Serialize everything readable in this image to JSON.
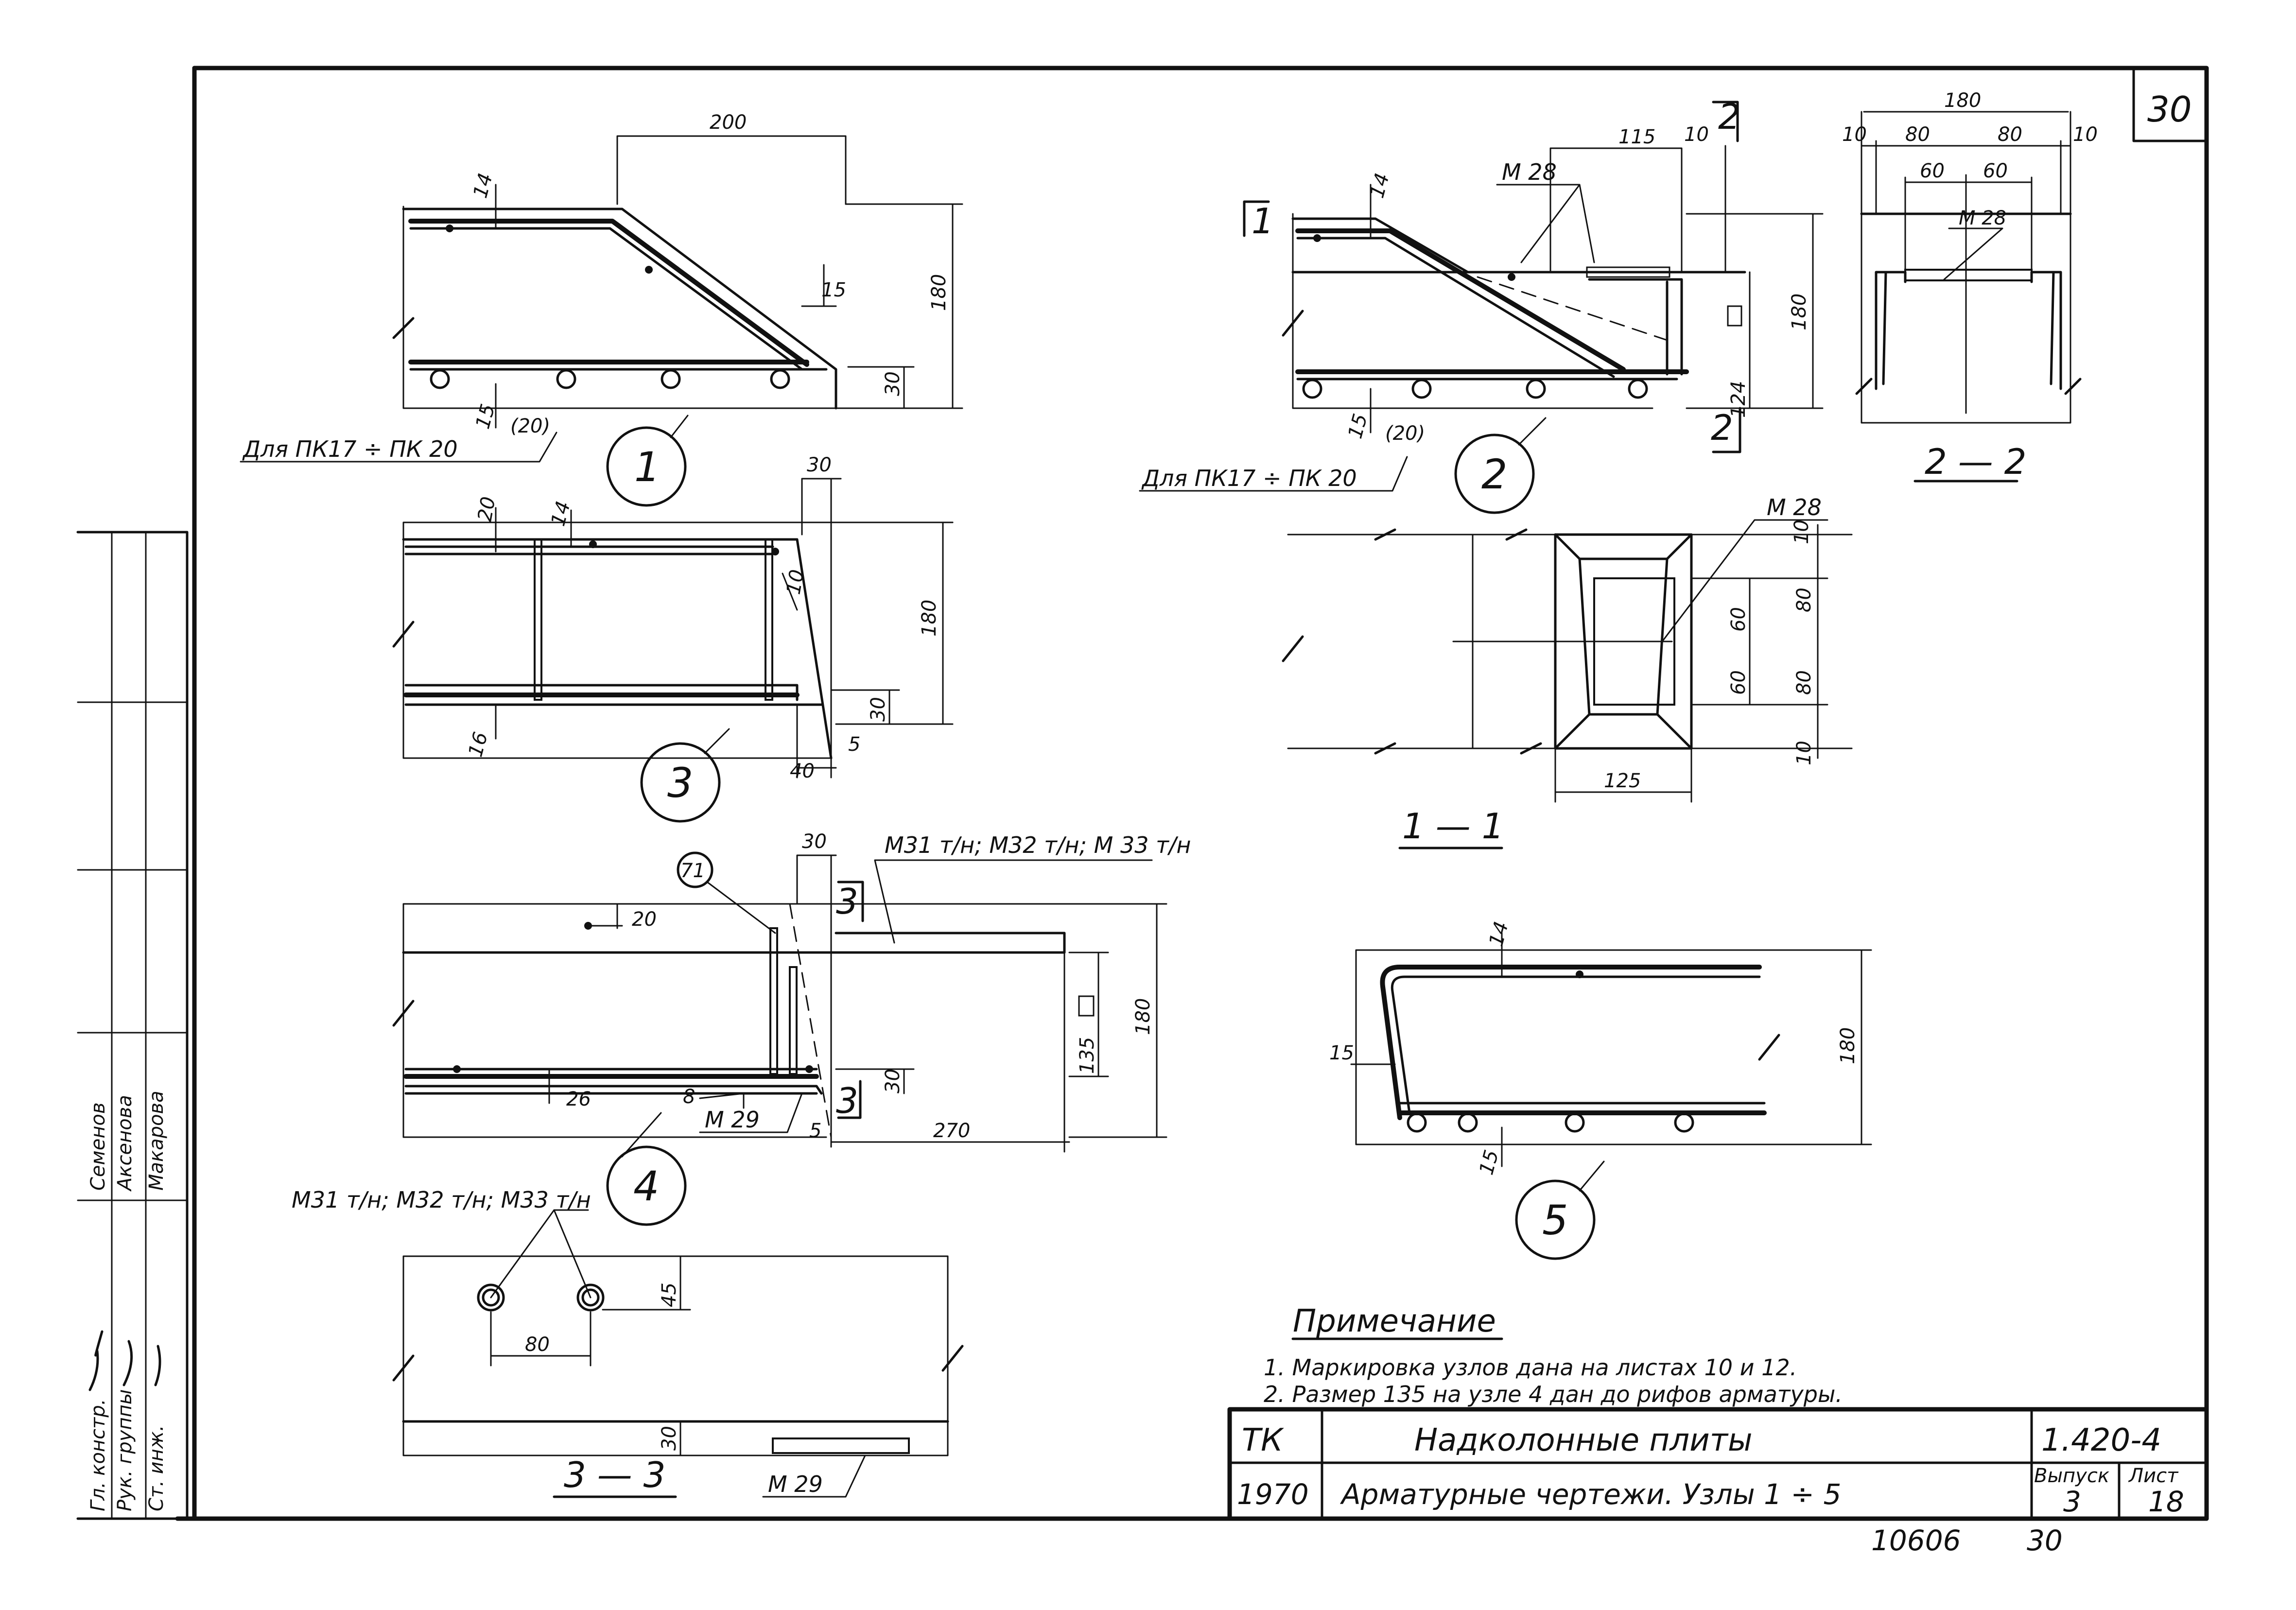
{
  "sheet_number_corner": "30",
  "node_1": {
    "number": "1",
    "dims": {
      "top": "200",
      "cover": "14",
      "height": "180",
      "d15_right": "15",
      "d30": "30",
      "d15_bottom": "15",
      "d20": "(20)"
    },
    "note": "Для ПК17 ÷ ПК 20"
  },
  "node_2": {
    "number": "2",
    "dims": {
      "d115": "115",
      "d10": "10",
      "cover": "14",
      "height": "180",
      "d124": "124",
      "d15": "15",
      "d20": "(20)"
    },
    "mark": "М 28",
    "section_top": "2",
    "section_bottom": "2",
    "section_left": "1",
    "note": "Для ПК17 ÷ ПК 20"
  },
  "section_2_2": {
    "title": "2 — 2",
    "dims": {
      "total": "180",
      "left10": "10",
      "d80a": "80",
      "d80b": "80",
      "right10": "10",
      "d60a": "60",
      "d60b": "60"
    },
    "mark": "М 28"
  },
  "node_3": {
    "number": "3",
    "dims": {
      "d30": "30",
      "d20": "20",
      "cover": "14",
      "d10": "10",
      "height": "180",
      "d16": "16",
      "d30b": "30",
      "d40": "40",
      "d5": "5"
    }
  },
  "section_1_1": {
    "title": "1 — 1",
    "mark": "М 28",
    "dims": {
      "d10a": "10",
      "d80a": "80",
      "d60a": "60",
      "d60b": "60",
      "d80b": "80",
      "d10b": "10",
      "d125": "125"
    }
  },
  "node_4": {
    "number": "4",
    "marker": "71",
    "dims": {
      "d30": "30",
      "d20": "20",
      "height": "180",
      "d135": "135",
      "d26": "26",
      "d8": "8",
      "d30b": "30",
      "d5": "5",
      "d270": "270"
    },
    "mark_top": "М31 т/н; М32 т/н; М 33 т/н",
    "mark_bottom": "М 29",
    "section_top": "3",
    "section_bottom": "3"
  },
  "node_5": {
    "number": "5",
    "dims": {
      "cover": "14",
      "height": "180",
      "d15a": "15",
      "d15b": "15"
    }
  },
  "section_3_3": {
    "title": "3 — 3",
    "mark_top": "М31 т/н; М32 т/н; М33 т/н",
    "mark_bottom": "М 29",
    "dims": {
      "d80": "80",
      "d45": "45",
      "d30": "30"
    }
  },
  "notes": {
    "heading": "Примечание",
    "items": [
      "1. Маркировка узлов дана на листах 10 и 12.",
      "2. Размер 135 на узле 4 дан до рифов арматуры."
    ]
  },
  "title_block": {
    "org": "ТК",
    "year": "1970",
    "title": "Надколонные плиты",
    "subtitle": "Арматурные чертежи. Узлы 1 ÷ 5",
    "series": "1.420-4",
    "issue_label": "Выпуск",
    "issue": "3",
    "sheet_label": "Лист",
    "sheet": "18",
    "inventory": "10606",
    "page": "30"
  },
  "side_stamp": {
    "roles": [
      "Гл. констр.",
      "Рук. группы",
      "Ст. инж."
    ],
    "names": [
      "Семенов",
      "Аксенова",
      "Макарова"
    ]
  }
}
